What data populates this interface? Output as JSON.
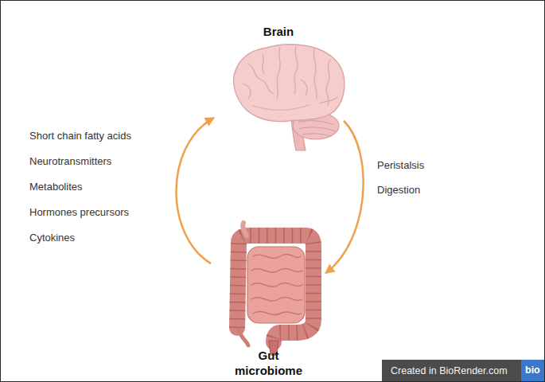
{
  "diagram": {
    "nodes": [
      {
        "text": [
          "Brain"
        ]
      },
      {
        "text": [
          "Gut microbiome"
        ]
      }
    ],
    "edges": [
      {
        "from": 0,
        "to": 1,
        "arrow": "to"
      },
      {
        "from": 1,
        "to": 0,
        "arrow": "to"
      }
    ],
    "labels": [
      "Short chain fatty acids",
      "Neurotransmitters",
      "Metabolites",
      "Hormones precursors",
      "Cytokines",
      "Peristalsis",
      "Digestion",
      "Created in BioRender.com",
      "bio"
    ]
  }
}
